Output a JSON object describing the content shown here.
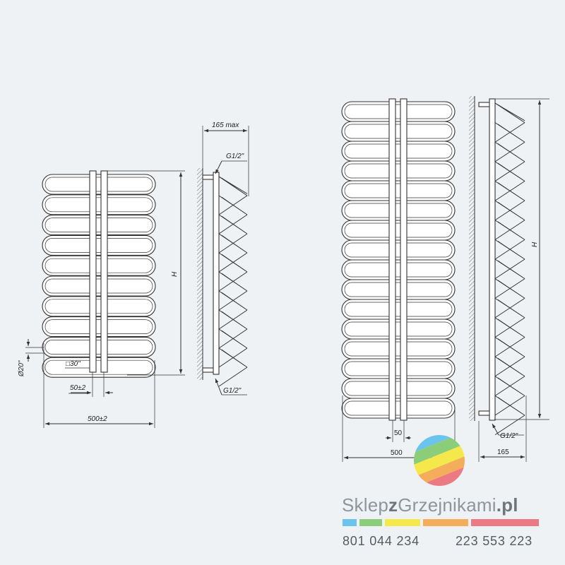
{
  "dimensions": {
    "left": {
      "depth_max": "165 max",
      "thread_top": "G1/2\"",
      "thread_bottom": "G1/2\"",
      "height": "H",
      "tube_diameter": "Ø20\"",
      "collector_square": "□30\"",
      "spacing": "50±2",
      "width": "500±2"
    },
    "right": {
      "height": "H",
      "thread": "G1/2\"",
      "spacing": "50",
      "width": "500",
      "depth": "165"
    }
  },
  "brand": {
    "part1": "Sklep",
    "part2": "z",
    "part3": "Grzejnikami",
    "part4": ".pl",
    "phone1": "801 044 234",
    "phone2": "223 553 223",
    "colors": [
      "#6bc4ec",
      "#8ccd7a",
      "#f4e84a",
      "#f4ad5a",
      "#ec7a84"
    ]
  }
}
